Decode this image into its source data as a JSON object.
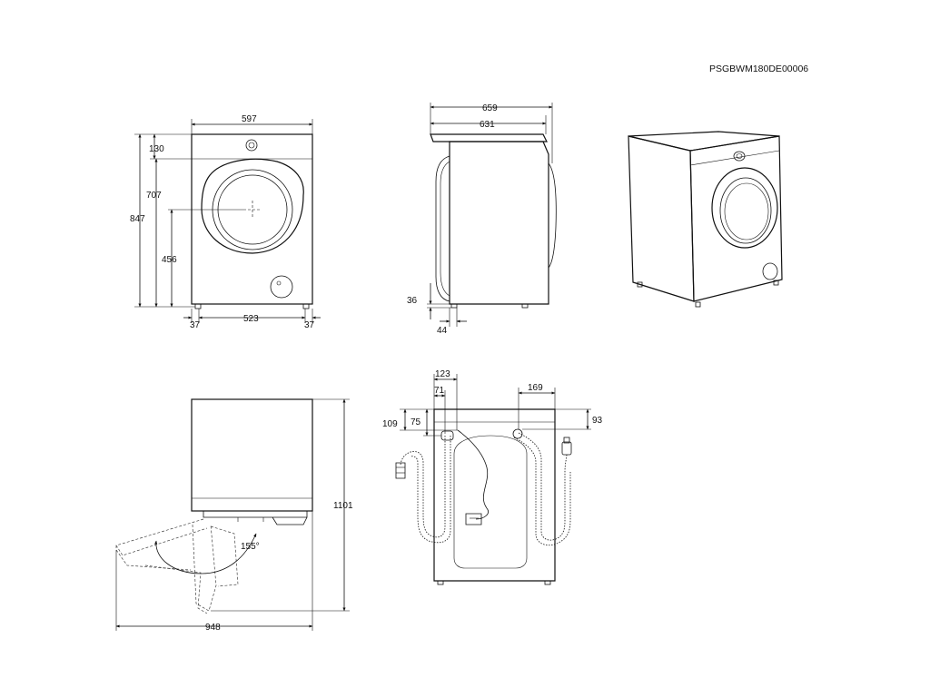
{
  "document_code": "PSGBWM180DE00006",
  "front_view": {
    "width": "597",
    "top_offset": "130",
    "height_to_door": "707",
    "height_total": "847",
    "door_center_height": "456",
    "foot_left": "37",
    "foot_spacing": "523",
    "foot_right": "37"
  },
  "side_view": {
    "depth_total": "659",
    "depth_body": "631",
    "foot_height": "36",
    "foot_offset": "44"
  },
  "top_view": {
    "door_angle": "155°",
    "total_height": "1101",
    "total_depth": "948"
  },
  "rear_view": {
    "drain_x1": "123",
    "drain_x2": "71",
    "drain_y1": "109",
    "drain_y2": "75",
    "inlet_x": "169",
    "inlet_y": "93"
  }
}
